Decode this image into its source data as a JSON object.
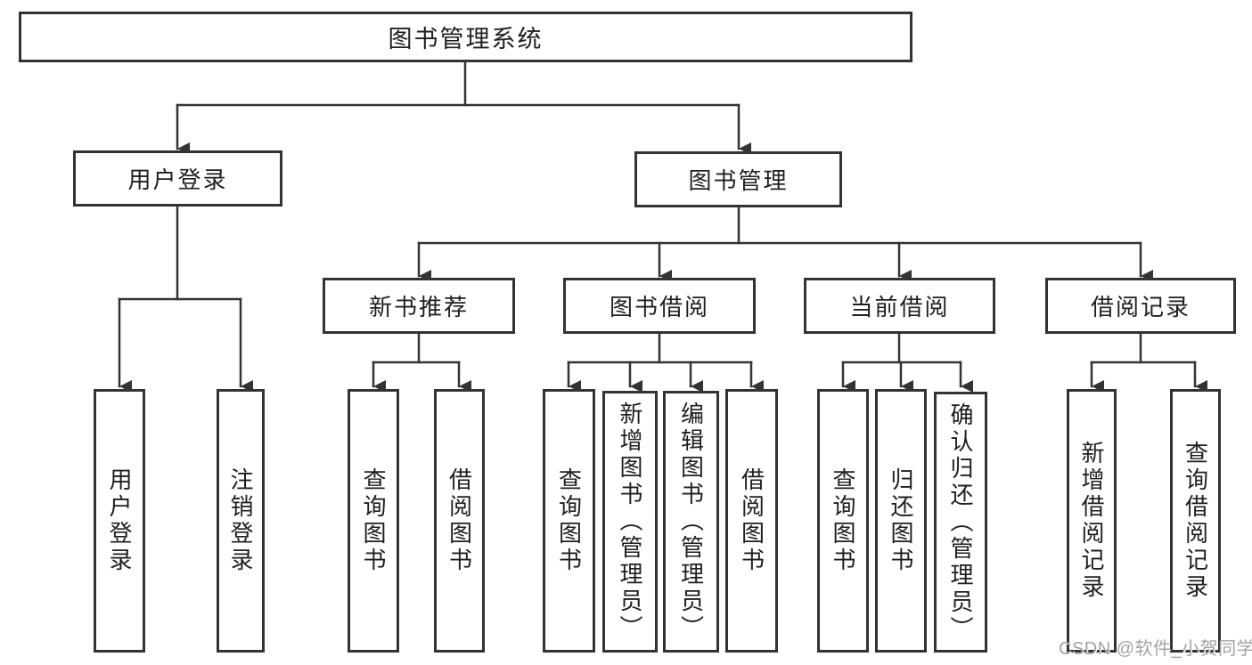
{
  "page": {
    "background": "#ffffff"
  },
  "colors": {
    "line": "#333333",
    "box_border": "#333333",
    "text": "#1f1f1f",
    "watermark_text": "#a3a3a3"
  },
  "tree": {
    "root": {
      "label": "图书管理系统"
    },
    "branches": [
      {
        "label": "用户登录",
        "children": [
          {
            "label": "用户登录"
          },
          {
            "label": "注销登录"
          }
        ]
      },
      {
        "label": "图书管理",
        "children": [
          {
            "label": "新书推荐",
            "children": [
              {
                "label": "查询图书"
              },
              {
                "label": "借阅图书"
              }
            ]
          },
          {
            "label": "图书借阅",
            "children": [
              {
                "label": "查询图书"
              },
              {
                "label": "新增图书（管理员）"
              },
              {
                "label": "编辑图书（管理员）"
              },
              {
                "label": "借阅图书"
              }
            ]
          },
          {
            "label": "当前借阅",
            "children": [
              {
                "label": "查询图书"
              },
              {
                "label": "归还图书"
              },
              {
                "label": "确认归还（管理员）"
              }
            ]
          },
          {
            "label": "借阅记录",
            "children": [
              {
                "label": "新增借阅记录"
              },
              {
                "label": "查询借阅记录"
              }
            ]
          }
        ]
      }
    ]
  },
  "watermark": {
    "text": "CSDN @软件_小贺同学"
  }
}
